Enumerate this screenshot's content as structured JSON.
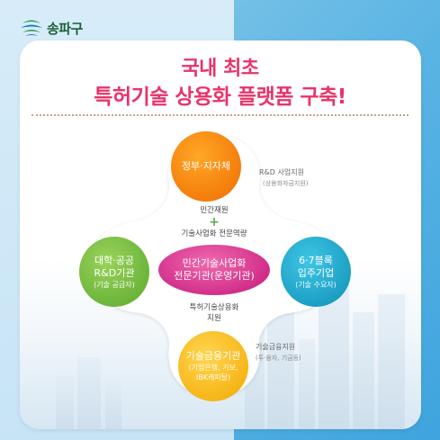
{
  "logo": {
    "text": "송파구"
  },
  "headline": {
    "line1": "국내 최초",
    "line2": "특허기술 상용화 플랫폼 구축!"
  },
  "colors": {
    "title": "#e8336a",
    "top": "#f57c00",
    "left": "#7cc242",
    "right": "#1aa6c8",
    "bottom": "#f4b400",
    "center": "#d92f8c"
  },
  "diagram": {
    "top": {
      "label": "정부·지자체"
    },
    "top_note": {
      "label": "R&D 사업지원",
      "sub": "(상용화자금지원)"
    },
    "center_top": {
      "line1": "민간재원",
      "line2": "기술사업화 전문역량"
    },
    "left": {
      "line1": "대학·공공",
      "line2": "R&D기관",
      "sub": "(기술 공급자)"
    },
    "center": {
      "line1": "민간기술사업화",
      "line2": "전문기관(운영기관)"
    },
    "right": {
      "line1": "6·7블록",
      "line2": "입주기업",
      "sub": "(기술 수요자)"
    },
    "center_bottom": {
      "line1": "특허기술상용화",
      "line2": "지원"
    },
    "bottom": {
      "line1": "기술금융기관",
      "sub1": "(기업은행, 기보,",
      "sub2": "IBK캐피탈)"
    },
    "bottom_note": {
      "label": "기술금융지원",
      "sub": "(투·융자, 기금등)"
    }
  }
}
